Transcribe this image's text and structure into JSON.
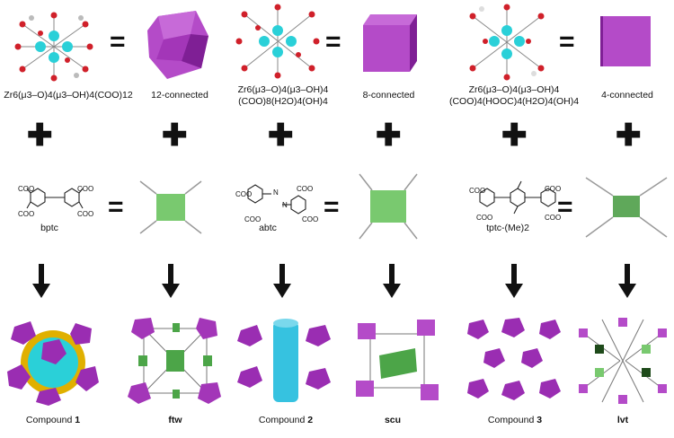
{
  "row1": {
    "formula1": "Zr6(μ3–O)4(μ3–OH)4(COO)12",
    "conn1": "12-connected",
    "formula2_line1": "Zr6(μ3–O)4(μ3–OH)4",
    "formula2_line2": "(COO)8(H2O)4(OH)4",
    "conn2": "8-connected",
    "formula3_line1": "Zr6(μ3–O)4(μ3–OH)4",
    "formula3_line2": "(COO)4(HOOC)4(H2O)4(OH)4",
    "conn3": "4-connected"
  },
  "row2": {
    "linker1": "bptc",
    "linker2": "abtc",
    "linker3": "tptc-(Me)2",
    "coo": "COO",
    "n": "N"
  },
  "row3": {
    "compound_word": "Compound",
    "n1": "1",
    "net1": "ftw",
    "n2": "2",
    "net2": "scu",
    "n3": "3",
    "net3": "lvt"
  },
  "symbols": {
    "equals": "=",
    "plus": "✚"
  },
  "colors": {
    "polyhedron": "#a336b8",
    "linker_node": "#79c96f",
    "column": "#36c2e0",
    "arrow": "#111111"
  }
}
